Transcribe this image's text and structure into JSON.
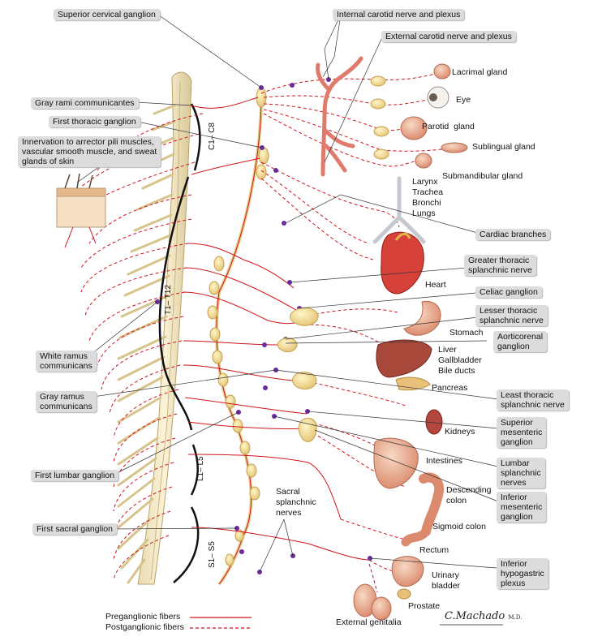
{
  "callouts": {
    "superior_cervical": "Superior cervical ganglion",
    "internal_carotid": "Internal carotid nerve and plexus",
    "external_carotid": "External carotid nerve and plexus",
    "gray_rami": "Gray rami communicantes",
    "first_thoracic": "First thoracic ganglion",
    "innervation": "Innervation to arrector pili muscles,\nvascular smooth muscle, and sweat\nglands of skin",
    "cardiac_branches": "Cardiac branches",
    "greater_thoracic": "Greater thoracic\nsplanchnic nerve",
    "celiac": "Celiac ganglion",
    "lesser_thoracic": "Lesser thoracic\nsplanchnic nerve",
    "aorticorenal": "Aorticorenal\nganglion",
    "white_ramus": "White ramus\ncommunicans",
    "gray_ramus": "Gray ramus\ncommunicans",
    "least_thoracic": "Least thoracic\nsplanchnic nerve",
    "superior_mesenteric": "Superior\nmesenteric\nganglion",
    "first_lumbar": "First lumbar ganglion",
    "lumbar_splanchnic": "Lumbar\nsplanchnic\nnerves",
    "inferior_mesenteric": "Inferior\nmesenteric\nganglion",
    "first_sacral": "First sacral ganglion",
    "inferior_hypogastric": "Inferior\nhypogastric\nplexus"
  },
  "organs": {
    "lacrimal": "Lacrimal gland",
    "eye": "Eye",
    "parotid": "Parotid  gland",
    "sublingual": "Sublingual gland",
    "submandibular": "Submandibular gland",
    "airway": "Larynx\nTrachea\nBronchi\nLungs",
    "heart": "Heart",
    "stomach": "Stomach",
    "liver": "Liver\nGallbladder\nBile ducts",
    "pancreas": "Pancreas",
    "kidneys": "Kidneys",
    "intestines": "Intestines",
    "descending": "Descending\ncolon",
    "sigmoid": "Sigmoid colon",
    "rectum": "Rectum",
    "bladder": "Urinary\nbladder",
    "prostate": "Prostate",
    "genitalia": "External genitalia",
    "sacral_splanchnic": "Sacral\nsplanchnic\nnerves"
  },
  "segments": {
    "cervical": "C1– C8",
    "thoracic": "T1– T12",
    "lumbar": "L1– L5",
    "sacral": "S1– S5"
  },
  "legend": {
    "preganglionic": "Preganglionic fibers",
    "postganglionic": "Postganglionic fibers",
    "line_color": "#d0141c"
  },
  "signature": {
    "name": "C.Machado",
    "suffix": "M.D."
  }
}
